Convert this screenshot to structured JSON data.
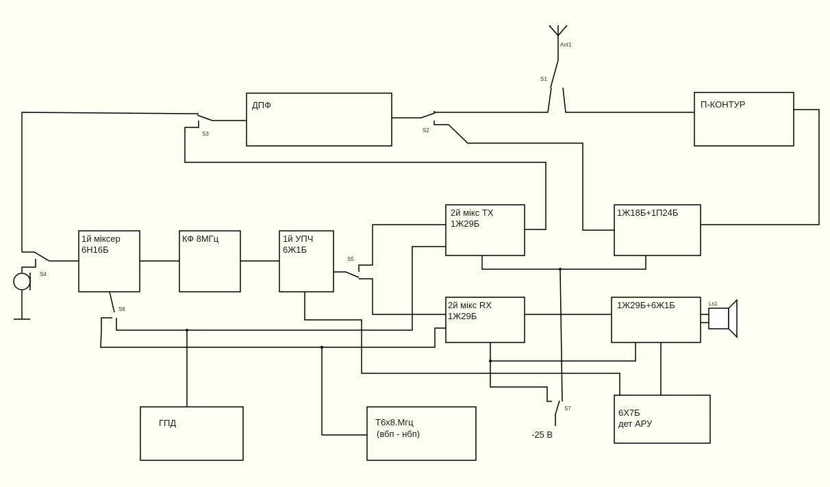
{
  "diagram": {
    "background_color": "#fefef2",
    "line_color": "#000000",
    "blocks": {
      "dpf": {
        "line1": "ДПФ"
      },
      "p_contour": {
        "line1": "П-КОНТУР"
      },
      "mixer1": {
        "line1": "1й міксер",
        "line2": "6Н16Б"
      },
      "kf": {
        "line1": "КФ 8МГц"
      },
      "upch": {
        "line1": "1й УПЧ",
        "line2": "6Ж1Б"
      },
      "mix2_tx": {
        "line1": "2й мікс TX",
        "line2": "1Ж29Б"
      },
      "pa": {
        "line1": "1Ж18Б+1П24Б"
      },
      "mix2_rx": {
        "line1": "2й мікс RX",
        "line2": "1Ж29Б"
      },
      "af": {
        "line1": "1Ж29Б+6Ж1Б"
      },
      "gpd": {
        "line1": "ГПД"
      },
      "gvk": {
        "line1a": "Т6х8.Мгц",
        "line2": "(вбп - нбп)"
      },
      "agc": {
        "line1": "6Х7Б",
        "line2": "дет АРУ"
      }
    },
    "components": {
      "antenna": "Ant1",
      "speaker": "Ls1",
      "switches": [
        "S1",
        "S2",
        "S3",
        "S4",
        "S5",
        "S6",
        "S7"
      ]
    },
    "supply_label": "-25 В"
  }
}
